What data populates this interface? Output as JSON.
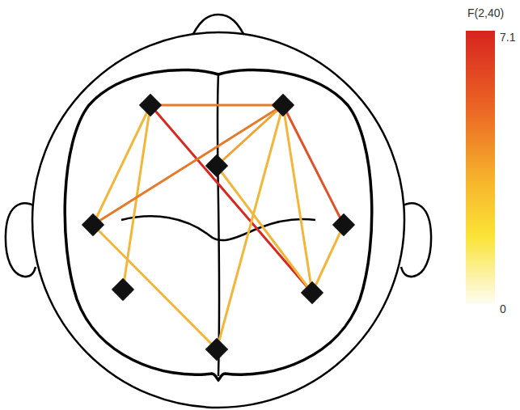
{
  "diagram": {
    "labels": [
      "F(2,40)",
      "7.1",
      "0"
    ]
  }
}
